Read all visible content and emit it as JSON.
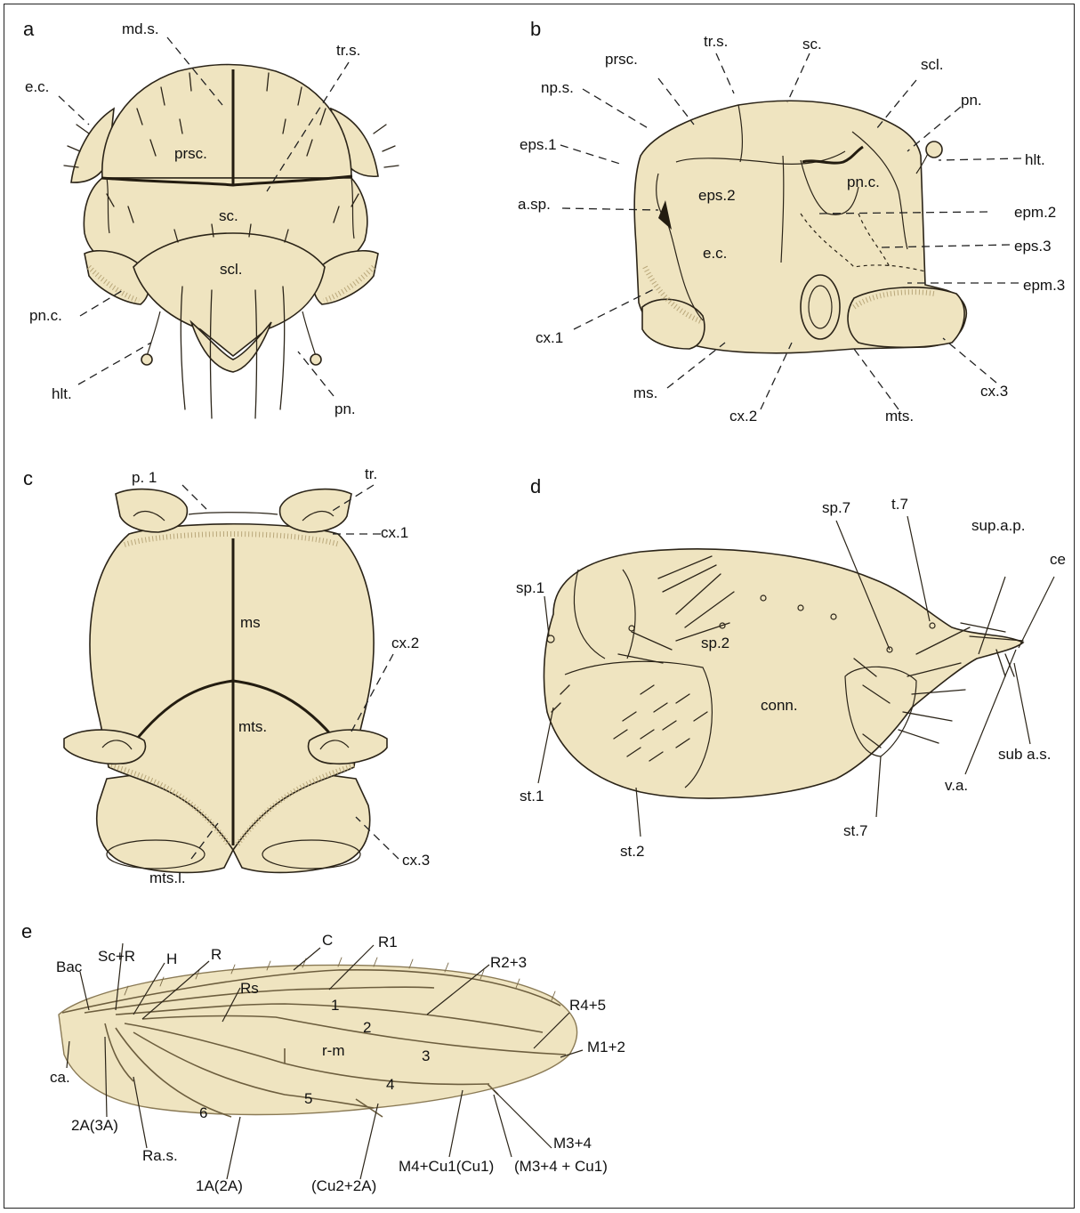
{
  "panels": {
    "a": {
      "letter": "a",
      "labels": {
        "mds": "md.s.",
        "trs": "tr.s.",
        "ec": "e.c.",
        "prsc": "prsc.",
        "sc": "sc.",
        "scl": "scl.",
        "pnc": "pn.c.",
        "hlt": "hlt.",
        "pn": "pn."
      }
    },
    "b": {
      "letter": "b",
      "labels": {
        "trs": "tr.s.",
        "sc": "sc.",
        "prsc": "prsc.",
        "scl": "scl.",
        "nps": "np.s.",
        "pn": "pn.",
        "eps1": "eps.1",
        "hlt": "hlt.",
        "asp": "a.sp.",
        "eps2": "eps.2",
        "pnc": "pn.c.",
        "epm2": "epm.2",
        "ec": "e.c.",
        "eps3": "eps.3",
        "epm3": "epm.3",
        "cx1": "cx.1",
        "ms": "ms.",
        "cx2": "cx.2",
        "mts": "mts.",
        "cx3": "cx.3"
      }
    },
    "c": {
      "letter": "c",
      "labels": {
        "p1": "p. 1",
        "tr": "tr.",
        "cx1": "cx.1",
        "ms": "ms",
        "cx2": "cx.2",
        "mts": "mts.",
        "mtsl": "mts.l.",
        "cx3": "cx.3"
      }
    },
    "d": {
      "letter": "d",
      "labels": {
        "sp7": "sp.7",
        "t7": "t.7",
        "supap": "sup.a.p.",
        "ce": "ce",
        "sp1": "sp.1",
        "sp2": "sp.2",
        "conn": "conn.",
        "suba": "sub a.s.",
        "st1": "st.1",
        "va": "v.a.",
        "st7": "st.7",
        "st2": "st.2"
      }
    },
    "e": {
      "letter": "e",
      "labels": {
        "C": "C",
        "R1": "R1",
        "ScR": "Sc+R",
        "Bac": "Bac",
        "H": "H",
        "R": "R",
        "R23": "R2+3",
        "Rs": "Rs",
        "R45": "R4+5",
        "M12": "M1+2",
        "rm": "r-m",
        "ca": "ca.",
        "A2": "2A(3A)",
        "Ras": "Ra.s.",
        "M34": "M3+4",
        "A1": "1A(2A)",
        "Cu2": "(Cu2+2A)",
        "M4Cu1": "M4+Cu1(Cu1)",
        "M34Cu1": "(M3+4 + Cu1)"
      },
      "cells": [
        "1",
        "2",
        "3",
        "4",
        "5",
        "6"
      ]
    }
  }
}
